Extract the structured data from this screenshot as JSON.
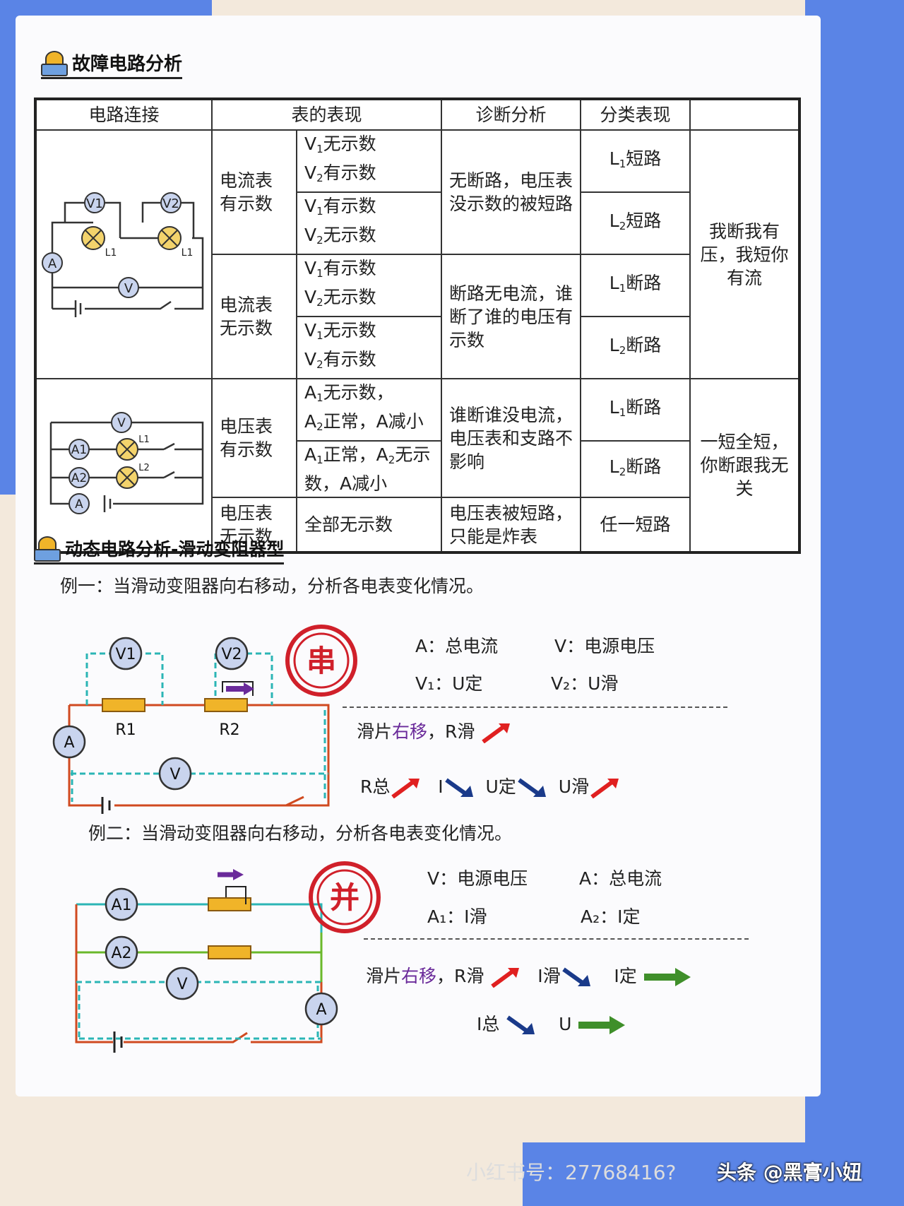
{
  "section1": {
    "title": "故障电路分析"
  },
  "table": {
    "headers": [
      "电路连接",
      "表的表现",
      "诊断分析",
      "分类表现",
      ""
    ],
    "ammeter_has": "电流表有示数",
    "ammeter_none": "电流表无示数",
    "voltmeter_has": "电压表有示数",
    "voltmeter_none": "电压表无示数",
    "r1": [
      "V",
      "1",
      "无示数",
      "V",
      "2",
      "有示数"
    ],
    "r2": [
      "V",
      "1",
      "有示数",
      "V",
      "2",
      "无示数"
    ],
    "r3": [
      "V",
      "1",
      "有示数",
      "V",
      "2",
      "无示数"
    ],
    "r4": [
      "V",
      "1",
      "无示数",
      "V",
      "2",
      "有示数"
    ],
    "r5": [
      "A",
      "1",
      "无示数，",
      "A",
      "2",
      "正常，A减小"
    ],
    "r6": [
      "A",
      "1",
      "正常，",
      "A",
      "2",
      "无示数，A减小"
    ],
    "r7": "全部无示数",
    "diag1": "无断路，电压表没示数的被短路",
    "diag2": "断路无电流，谁断了谁的电压有示数",
    "diag3": "谁断谁没电流，电压表和支路不影响",
    "diag4": "电压表被短路，只能是炸表",
    "cls": [
      [
        "L",
        "1",
        "短路"
      ],
      [
        "L",
        "2",
        "短路"
      ],
      [
        "L",
        "1",
        "断路"
      ],
      [
        "L",
        "2",
        "断路"
      ],
      [
        "L",
        "1",
        "断路"
      ],
      [
        "L",
        "2",
        "断路"
      ]
    ],
    "cls7": "任一短路",
    "summary1": "我断我有压，我短你有流",
    "summary2": "一短全短，你断跟我无关",
    "circuit1": {
      "v1": "V1",
      "v2": "V2",
      "a": "A",
      "v": "V",
      "l1": "L1",
      "l2": "L1"
    },
    "circuit2": {
      "v": "V",
      "a1": "A1",
      "a2": "A2",
      "a": "A",
      "l1": "L1",
      "l2": "L2"
    }
  },
  "section2": {
    "title": "动态电路分析-滑动变阻器型"
  },
  "ex1": {
    "prompt": "例一：当滑动变阻器向右移动，分析各电表变化情况。",
    "stamp": "串",
    "legend": [
      "A：总电流",
      "V：电源电压",
      "V₁：U定",
      "V₂：U滑"
    ],
    "step": [
      "滑片",
      "右移",
      "，R滑"
    ],
    "results": [
      "R总",
      "I",
      "U定",
      "U滑"
    ],
    "labels": {
      "v1": "V1",
      "v2": "V2",
      "a": "A",
      "v": "V",
      "r1": "R1",
      "r2": "R2"
    }
  },
  "ex2": {
    "prompt": "例二：当滑动变阻器向右移动，分析各电表变化情况。",
    "stamp": "并",
    "legend": [
      "V：电源电压",
      "A：总电流",
      "A₁：I滑",
      "A₂：I定"
    ],
    "step": [
      "滑片",
      "右移",
      "，R滑"
    ],
    "results": [
      "I滑",
      "I定",
      "I总",
      "U"
    ],
    "labels": {
      "a1": "A1",
      "a2": "A2",
      "v": "V",
      "a": "A"
    }
  },
  "watermark": {
    "faint": "小红书号：27768416?",
    "main": "头条 @黑膏小妞"
  },
  "colors": {
    "up": "#e02020",
    "down": "#1a3a8a",
    "same": "#3f8f2a",
    "stamp": "#d0202a"
  }
}
